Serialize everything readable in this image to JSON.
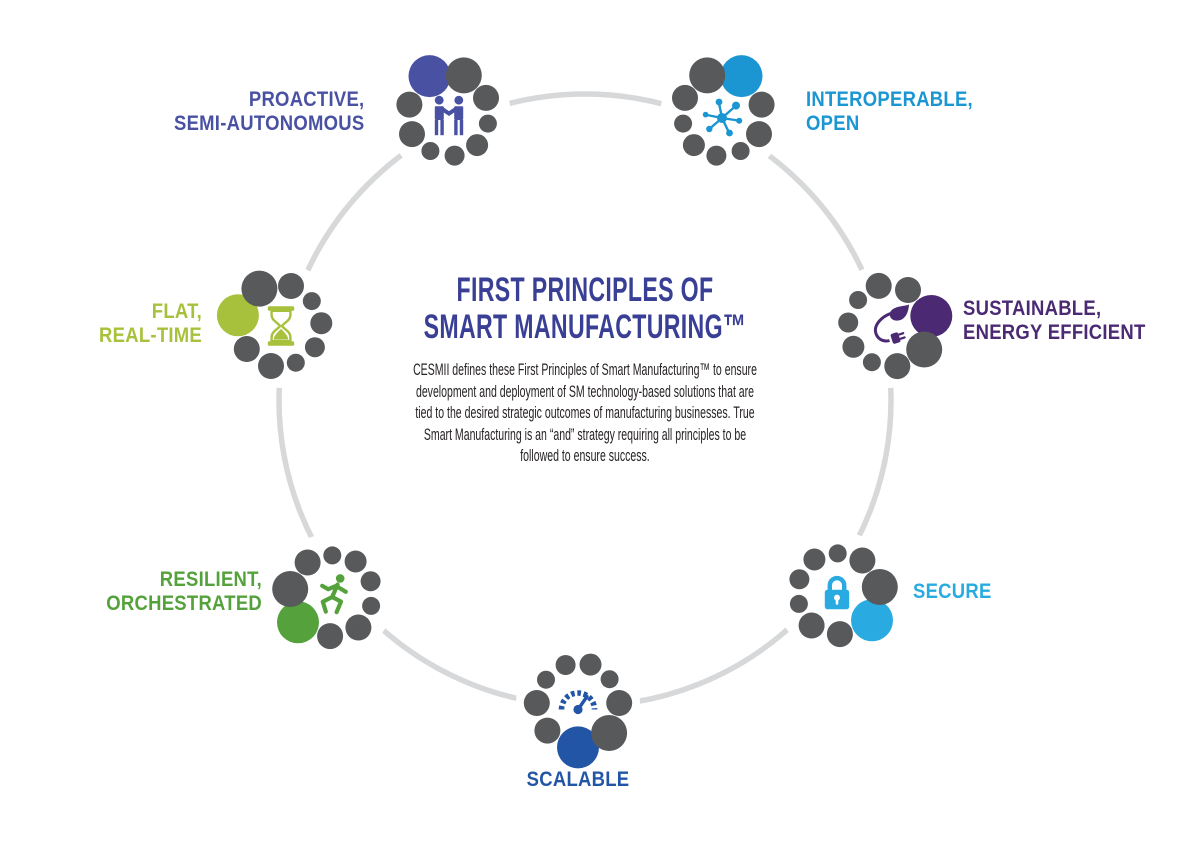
{
  "center": {
    "title_lines": [
      "FIRST PRINCIPLES OF",
      "SMART MANUFACTURING™"
    ],
    "title_color": "#393f94",
    "description_lines": [
      "CESMII defines these First Principles of Smart Manufacturing™ to ensure",
      "development and deployment of SM technology-based solutions that are",
      "tied to the desired strategic outcomes of manufacturing businesses. True",
      "Smart Manufacturing is an “and” strategy requiring all principles to be",
      "followed to ensure success."
    ],
    "description_color": "#231f20"
  },
  "nodes": [
    {
      "id": "proactive",
      "label_lines": [
        "PROACTIVE,",
        "SEMI-AUTONOMOUS"
      ],
      "color": "#4951a3",
      "icon": "handshake"
    },
    {
      "id": "interoperable",
      "label_lines": [
        "INTEROPERABLE,",
        "OPEN"
      ],
      "color": "#1b96d2",
      "icon": "network"
    },
    {
      "id": "sustainable",
      "label_lines": [
        "SUSTAINABLE,",
        "ENERGY EFFICIENT"
      ],
      "color": "#4b2a73",
      "icon": "leaf-plug"
    },
    {
      "id": "secure",
      "label_lines": [
        "SECURE"
      ],
      "color": "#29abe2",
      "icon": "lock"
    },
    {
      "id": "scalable",
      "label_lines": [
        "SCALABLE"
      ],
      "color": "#2355a7",
      "icon": "gauge"
    },
    {
      "id": "resilient",
      "label_lines": [
        "RESILIENT,",
        "ORCHESTRATED"
      ],
      "color": "#55a23d",
      "icon": "runner"
    },
    {
      "id": "flat",
      "label_lines": [
        "FLAT,",
        "REAL-TIME"
      ],
      "color": "#a8c13c",
      "icon": "hourglass"
    }
  ],
  "colors": {
    "dot_gray": "#58595b",
    "ring_gray": "#d7d8d9",
    "background": "#ffffff"
  }
}
